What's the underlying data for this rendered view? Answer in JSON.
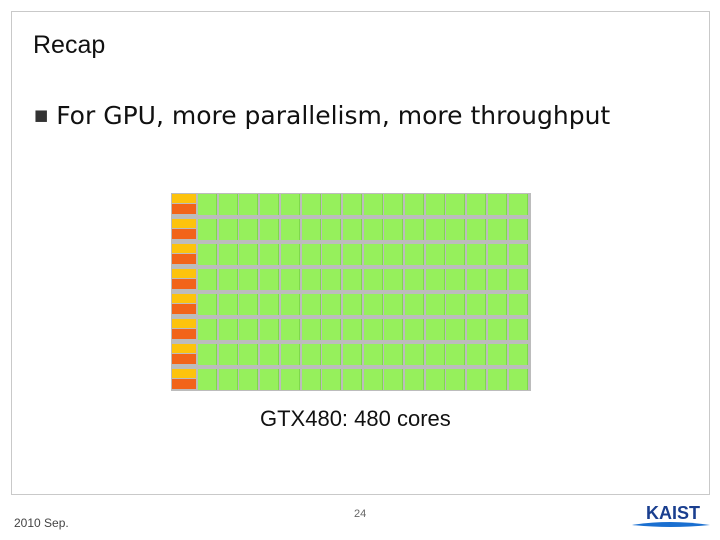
{
  "slide": {
    "title": "Recap",
    "bullet_text": "For GPU, more parallelism, more throughput",
    "caption": "GTX480:  480 cores",
    "page_number": "24",
    "date": "2010 Sep.",
    "logo_text": "KAIST"
  },
  "colors": {
    "core": "#96f05c",
    "control_top": "#fdc30c",
    "control_bottom": "#f26419"
  },
  "icons": {
    "bullet": "square-bullet-icon"
  }
}
